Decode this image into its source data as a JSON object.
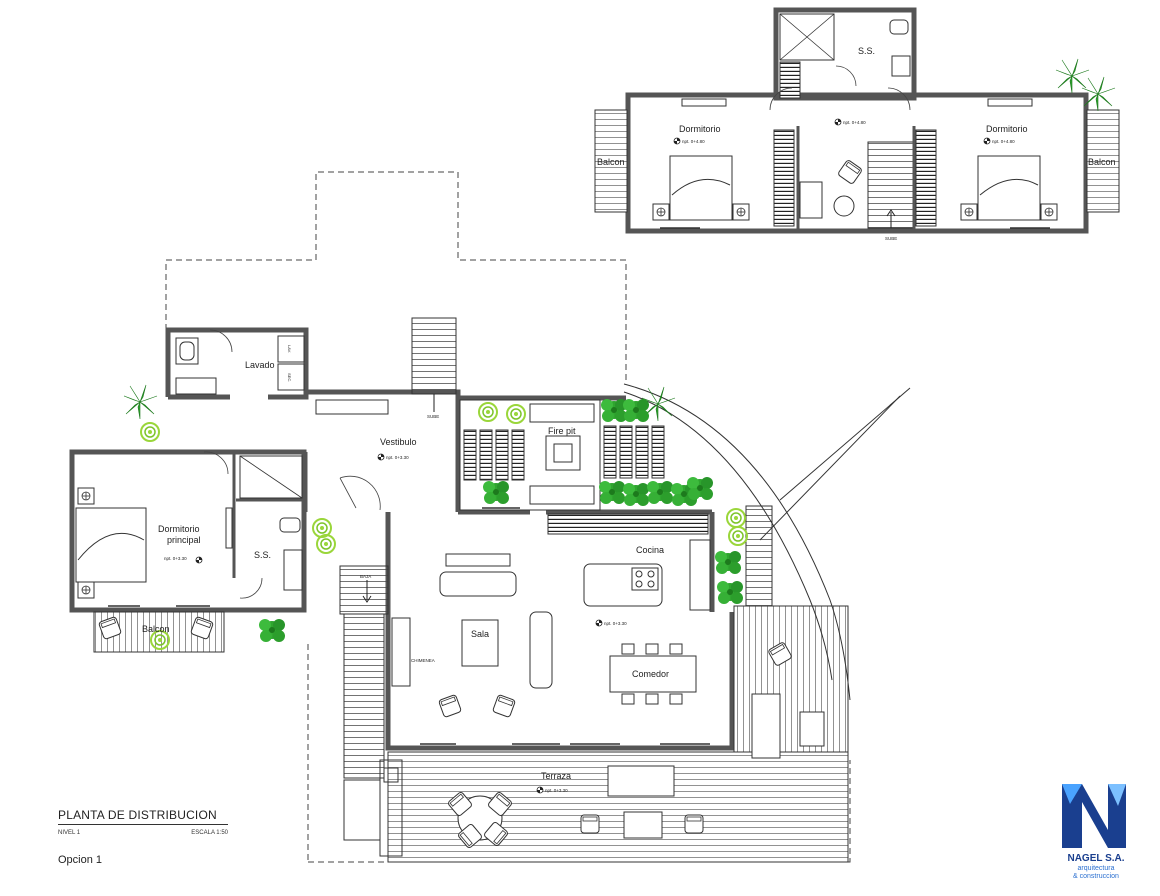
{
  "plan": {
    "title": "PLANTA DE DISTRIBUCION",
    "level": "NIVEL 1",
    "scale": "ESCALA 1:50",
    "option": "Opcion 1"
  },
  "rooms": {
    "upper_bath": "S.S.",
    "upper_bedroom_left": "Dormitorio",
    "upper_bedroom_right": "Dormitorio",
    "upper_balcony_left": "Balcon",
    "upper_balcony_right": "Balcon",
    "laundry": "Lavado",
    "vestibule": "Vestibulo",
    "fire_pit": "Fire pit",
    "master_bedroom_line1": "Dormitorio",
    "master_bedroom_line2": "principal",
    "master_bath": "S.S.",
    "master_balcony": "Balcon",
    "kitchen": "Cocina",
    "living": "Sala",
    "dining": "Comedor",
    "terrace": "Terraza",
    "fireplace": "CHIMENEA"
  },
  "levels": {
    "upper_left": "npt. 0+4.80",
    "upper_center": "npt. 0+4.80",
    "upper_right": "npt. 0+4.80",
    "vestibule": "npt. 0+3.30",
    "master": "npt. 0+3.30",
    "kitchen": "npt. 0+3.30",
    "terrace": "npt. 0+3.30"
  },
  "stairs": {
    "upper_up": "SUBE",
    "main_up": "SUBE",
    "main_down": "BAJA"
  },
  "appliances": {
    "washer": "LAV.",
    "dryer": "SEC."
  },
  "logo": {
    "name": "NAGEL S.A.",
    "line1": "arquitectura",
    "line2": "& construccion"
  },
  "colors": {
    "wall": "#555555",
    "line": "#333333",
    "plant_green": "#2fa52f",
    "plant_light": "#9ad63a",
    "logo_blue": "#1a3f8f"
  }
}
